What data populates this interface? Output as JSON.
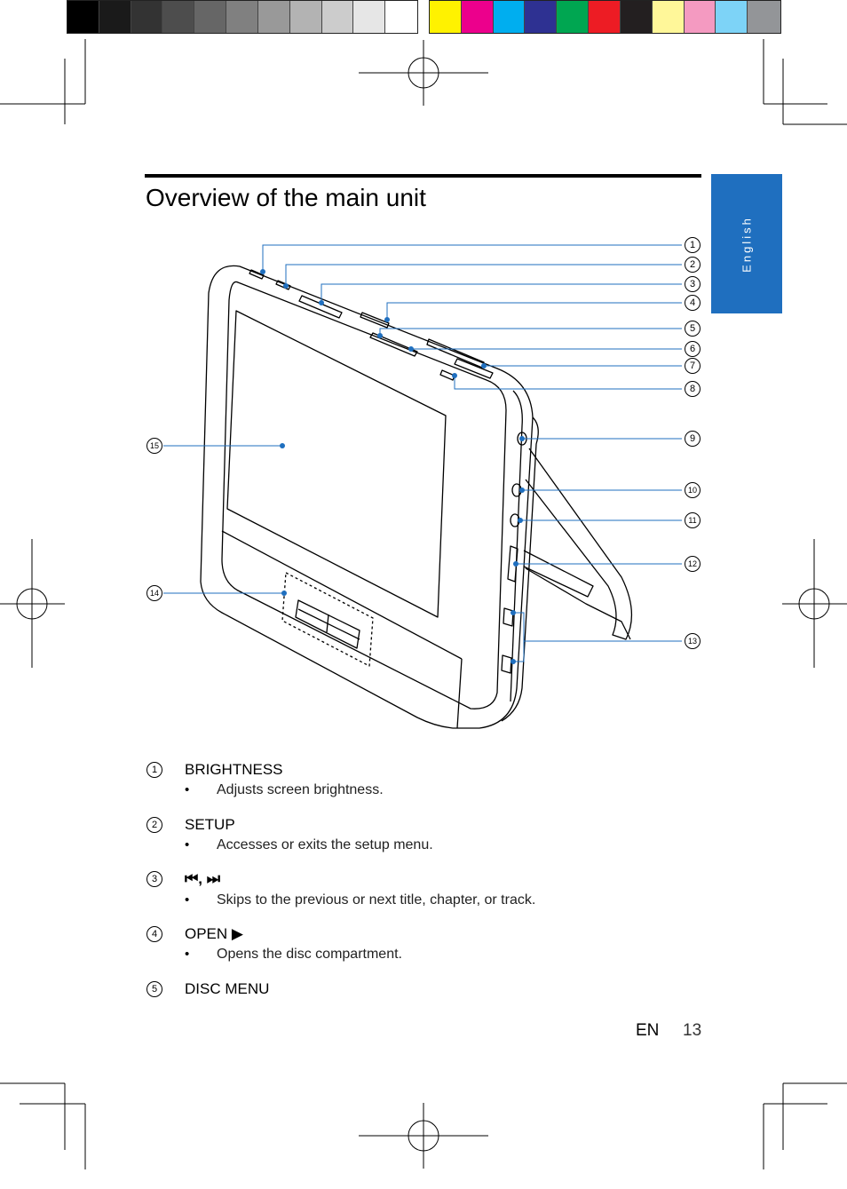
{
  "page": {
    "title": "Overview of the main unit",
    "language_tab": "English",
    "footer": {
      "lang": "EN",
      "page_number": "13"
    }
  },
  "colors": {
    "accent": "#1f6fbf",
    "callout": "#1f6fbf",
    "grayscale": [
      "#000000",
      "#1a1a1a",
      "#333333",
      "#4d4d4d",
      "#666666",
      "#808080",
      "#999999",
      "#b3b3b3",
      "#cccccc",
      "#e6e6e6",
      "#ffffff"
    ],
    "process": [
      "#fff200",
      "#ec008c",
      "#00aeef",
      "#2e3192",
      "#00a651",
      "#ed1c24",
      "#231f20",
      "#fff799",
      "#f49ac1",
      "#7dd3f7",
      "#939598"
    ]
  },
  "callouts": [
    "1",
    "2",
    "3",
    "4",
    "5",
    "6",
    "7",
    "8",
    "9",
    "10",
    "11",
    "12",
    "13",
    "14",
    "15"
  ],
  "items": [
    {
      "num": "1",
      "label": "BRIGHTNESS",
      "bullet": "•",
      "desc": "Adjusts screen brightness."
    },
    {
      "num": "2",
      "label": "SETUP",
      "bullet": "•",
      "desc": "Accesses or exits the setup menu."
    },
    {
      "num": "3",
      "label": "⏮, ⏭",
      "bullet": "•",
      "desc": "Skips to the previous or next title, chapter, or track."
    },
    {
      "num": "4",
      "label": "OPEN ▶",
      "bullet": "•",
      "desc": "Opens the disc compartment."
    },
    {
      "num": "5",
      "label": "DISC MENU"
    }
  ]
}
